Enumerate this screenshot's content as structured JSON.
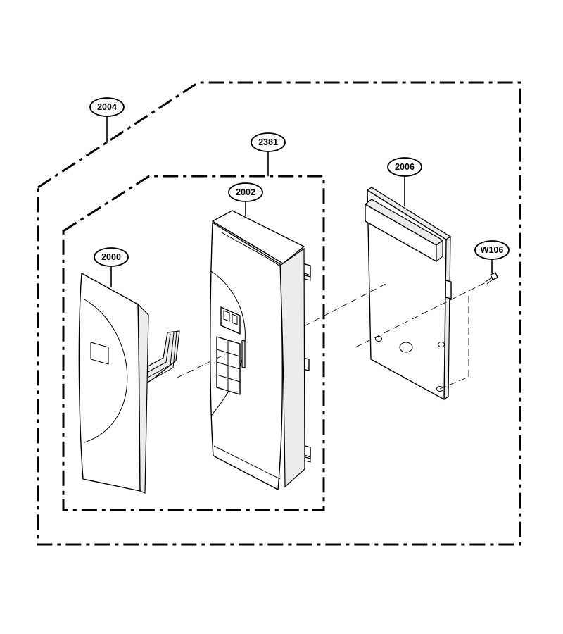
{
  "callouts": {
    "assembly_outer": "2004",
    "assembly_inner": "2381",
    "front_panel": "2002",
    "membrane_cover": "2000",
    "pcb_board": "2006",
    "screw": "W106"
  },
  "colors": {
    "line": "#000000",
    "background": "#ffffff",
    "shading": "#ececec"
  }
}
